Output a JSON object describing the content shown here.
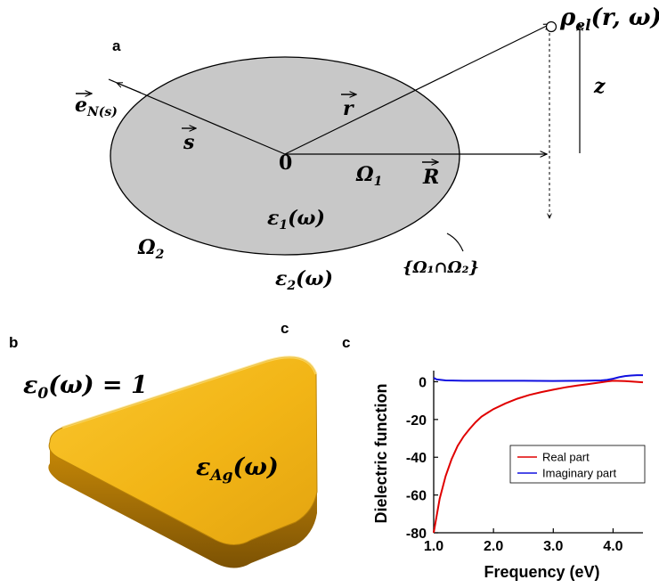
{
  "panel_a": {
    "label": "a",
    "z_label": "z",
    "origin": "0",
    "omega1": "Ω",
    "omega1_sub": "1",
    "omega2": "Ω",
    "omega2_sub": "2",
    "eps1": "ε",
    "eps1_sub": "1",
    "eps1_arg": "(ω)",
    "eps2": "ε",
    "eps2_sub": "2",
    "eps2_arg": "(ω)",
    "rho": "ρ",
    "rho_sub": "el",
    "rho_arg": "(r, ω)",
    "vec_r": "r",
    "vec_s": "s",
    "vec_R": "R",
    "vec_e": "e",
    "vec_e_sub": "N(s)",
    "boundary": "{Ω₁∩Ω₂}"
  },
  "panel_b": {
    "label": "b",
    "eps0": "ε",
    "eps0_sub": "0",
    "eps0_rest": "(ω) = 1",
    "epsAg": "ε",
    "epsAg_sub": "Ag",
    "epsAg_arg": "(ω)",
    "colors": {
      "gold_light": "#F7C02A",
      "gold_mid": "#E0A010",
      "gold_dark": "#9A6A05"
    }
  },
  "panel_c": {
    "label_top": "c",
    "label": "c"
  },
  "chart_data": {
    "type": "line",
    "xlabel": "Frequency (eV)",
    "ylabel": "Dielectric function",
    "xlim": [
      1.0,
      4.5
    ],
    "ylim": [
      -80,
      4
    ],
    "xticks": [
      "1.0",
      "2.0",
      "3.0",
      "4.0"
    ],
    "yticks": [
      "0",
      "-20",
      "-40",
      "-60",
      "-80"
    ],
    "legend_position": "right",
    "series": [
      {
        "name": "Real part",
        "color": "#E00000",
        "x": [
          1.0,
          1.1,
          1.2,
          1.3,
          1.4,
          1.5,
          1.6,
          1.7,
          1.8,
          1.9,
          2.0,
          2.2,
          2.4,
          2.6,
          2.8,
          3.0,
          3.2,
          3.4,
          3.6,
          3.8,
          3.9,
          4.0,
          4.2,
          4.5
        ],
        "y": [
          -80,
          -62,
          -50,
          -41,
          -34,
          -29,
          -25,
          -21.5,
          -18.5,
          -16.5,
          -14.5,
          -11.5,
          -9,
          -7,
          -5.5,
          -4.2,
          -3,
          -2,
          -1.2,
          -0.3,
          0.2,
          0.5,
          0.3,
          -0.3
        ]
      },
      {
        "name": "Imaginary part",
        "color": "#1010E0",
        "x": [
          1.0,
          1.05,
          1.2,
          1.5,
          2.0,
          2.5,
          3.0,
          3.5,
          3.8,
          3.9,
          4.0,
          4.1,
          4.2,
          4.3,
          4.4,
          4.5
        ],
        "y": [
          2,
          1.2,
          0.7,
          0.5,
          0.5,
          0.5,
          0.4,
          0.5,
          0.7,
          1.0,
          1.6,
          2.4,
          3.0,
          3.3,
          3.5,
          3.5
        ]
      }
    ]
  }
}
